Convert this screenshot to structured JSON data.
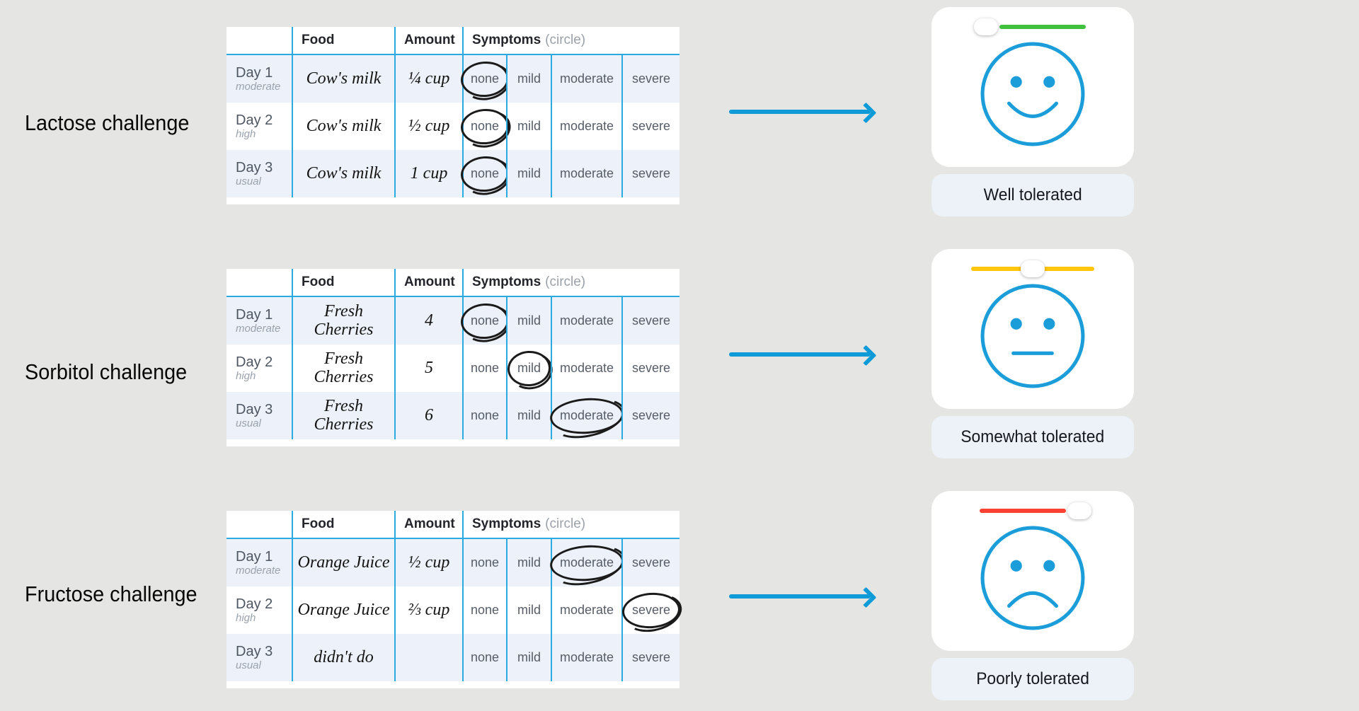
{
  "table_header": {
    "food": "Food",
    "amount": "Amount",
    "symptoms": "Symptoms",
    "symptoms_note": "(circle)"
  },
  "symptom_options": [
    "none",
    "mild",
    "moderate",
    "severe"
  ],
  "colors": {
    "table_line_blue": "#29abe2",
    "face_blue": "#1b9dd9",
    "arrow_blue": "#0f9bd8"
  },
  "challenges": [
    {
      "label": "Lactose challenge",
      "days": [
        {
          "day": "Day 1",
          "dose": "moderate",
          "food": "Cow's milk",
          "amount": "¼ cup",
          "circled": "none"
        },
        {
          "day": "Day 2",
          "dose": "high",
          "food": "Cow's milk",
          "amount": "½ cup",
          "circled": "none"
        },
        {
          "day": "Day 3",
          "dose": "usual",
          "food": "Cow's milk",
          "amount": "1 cup",
          "circled": "none"
        }
      ],
      "result": {
        "label": "Well tolerated",
        "mood": "happy",
        "slider_color": "#3fc13d",
        "slider_position": "left"
      }
    },
    {
      "label": "Sorbitol challenge",
      "days": [
        {
          "day": "Day 1",
          "dose": "moderate",
          "food": "Fresh Cherries",
          "amount": "4",
          "circled": "none"
        },
        {
          "day": "Day 2",
          "dose": "high",
          "food": "Fresh Cherries",
          "amount": "5",
          "circled": "mild"
        },
        {
          "day": "Day 3",
          "dose": "usual",
          "food": "Fresh Cherries",
          "amount": "6",
          "circled": "moderate"
        }
      ],
      "result": {
        "label": "Somewhat tolerated",
        "mood": "neutral",
        "slider_color": "#ffc60d",
        "slider_position": "center"
      }
    },
    {
      "label": "Fructose challenge",
      "days": [
        {
          "day": "Day 1",
          "dose": "moderate",
          "food": "Orange Juice",
          "amount": "½ cup",
          "circled": "moderate"
        },
        {
          "day": "Day 2",
          "dose": "high",
          "food": "Orange Juice",
          "amount": "⅔ cup",
          "circled": "severe"
        },
        {
          "day": "Day 3",
          "dose": "usual",
          "food": "didn't do",
          "amount": "",
          "circled": null
        }
      ],
      "result": {
        "label": "Poorly tolerated",
        "mood": "sad",
        "slider_color": "#fb4133",
        "slider_position": "right"
      }
    }
  ]
}
